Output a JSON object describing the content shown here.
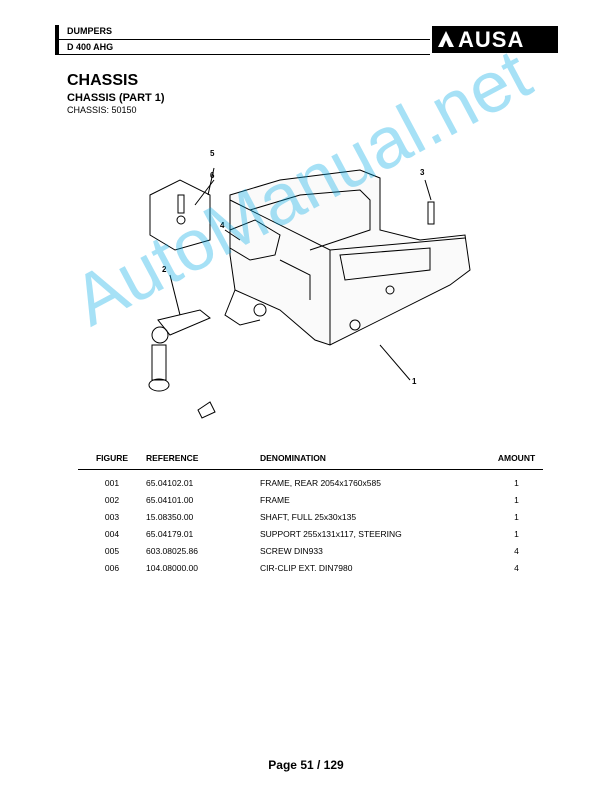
{
  "header": {
    "section": "DUMPERS",
    "model": "D 400 AHG",
    "brand": "AUSA"
  },
  "page": {
    "title": "CHASSIS",
    "subtitle": "CHASSIS (PART 1)",
    "code": "CHASSIS: 50150"
  },
  "diagram": {
    "callouts": [
      "1",
      "2",
      "3",
      "4",
      "5",
      "6"
    ]
  },
  "watermark": "AutoManual.net",
  "parts_table": {
    "headers": [
      "FIGURE",
      "REFERENCE",
      "DENOMINATION",
      "AMOUNT"
    ],
    "rows": [
      {
        "figure": "001",
        "reference": "65.04102.01",
        "denomination": "FRAME, REAR 2054x1760x585",
        "amount": "1"
      },
      {
        "figure": "002",
        "reference": "65.04101.00",
        "denomination": "FRAME",
        "amount": "1"
      },
      {
        "figure": "003",
        "reference": "15.08350.00",
        "denomination": "SHAFT, FULL 25x30x135",
        "amount": "1"
      },
      {
        "figure": "004",
        "reference": "65.04179.01",
        "denomination": "SUPPORT 255x131x117, STEERING",
        "amount": "1"
      },
      {
        "figure": "005",
        "reference": "603.08025.86",
        "denomination": "SCREW DIN933",
        "amount": "4"
      },
      {
        "figure": "006",
        "reference": "104.08000.00",
        "denomination": "CIR-CLIP EXT. DIN7980",
        "amount": "4"
      }
    ]
  },
  "footer": {
    "page_label": "Page 51 / 129"
  }
}
